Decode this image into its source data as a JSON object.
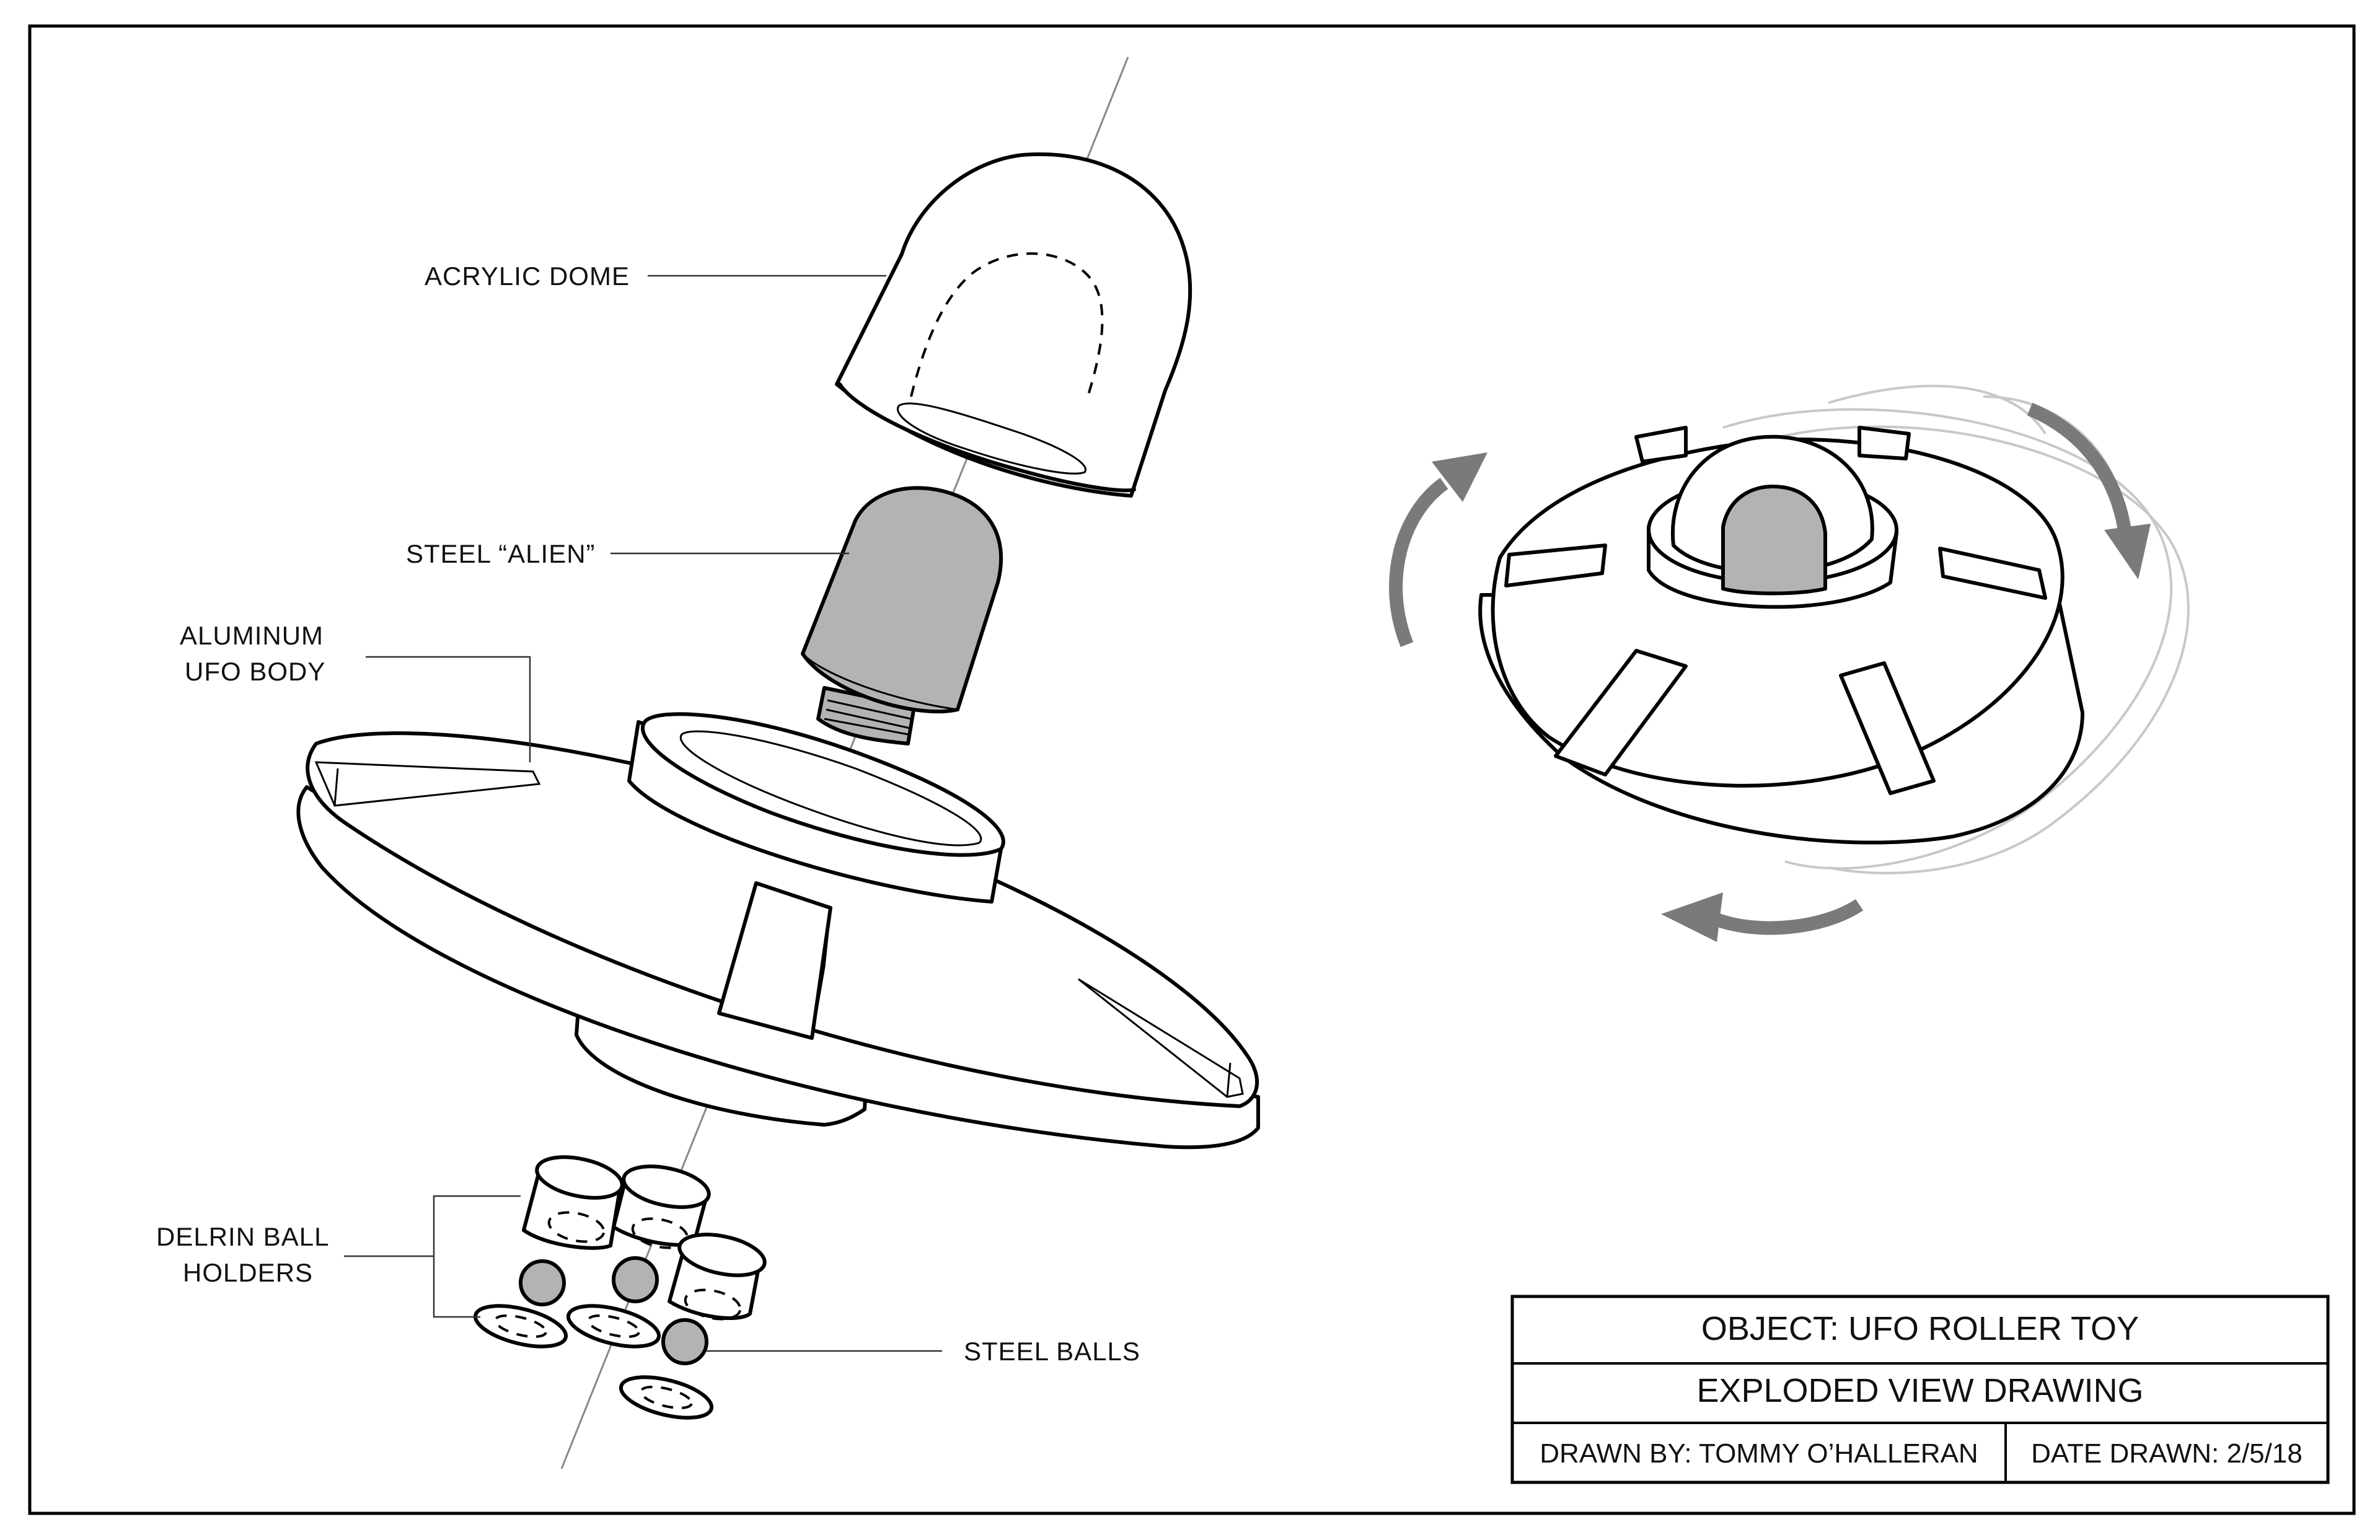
{
  "labels": {
    "acrylic_dome": "ACRYLIC DOME",
    "steel_alien": "STEEL “ALIEN”",
    "ufo_body_line1": "ALUMINUM",
    "ufo_body_line2": "UFO BODY",
    "ball_holders_line1": "DELRIN BALL",
    "ball_holders_line2": "HOLDERS",
    "steel_balls": "STEEL BALLS"
  },
  "title_block": {
    "object": "OBJECT: UFO ROLLER TOY",
    "drawing_type": "EXPLODED VIEW DRAWING",
    "drawn_by": "DRAWN BY: TOMMY O’HALLERAN",
    "date_drawn": "DATE DRAWN: 2/5/18"
  },
  "colors": {
    "line": "#000000",
    "fill_steel": "#b3b3b3",
    "arrow": "#7a7a7a",
    "ghost": "#c8c8c8"
  }
}
